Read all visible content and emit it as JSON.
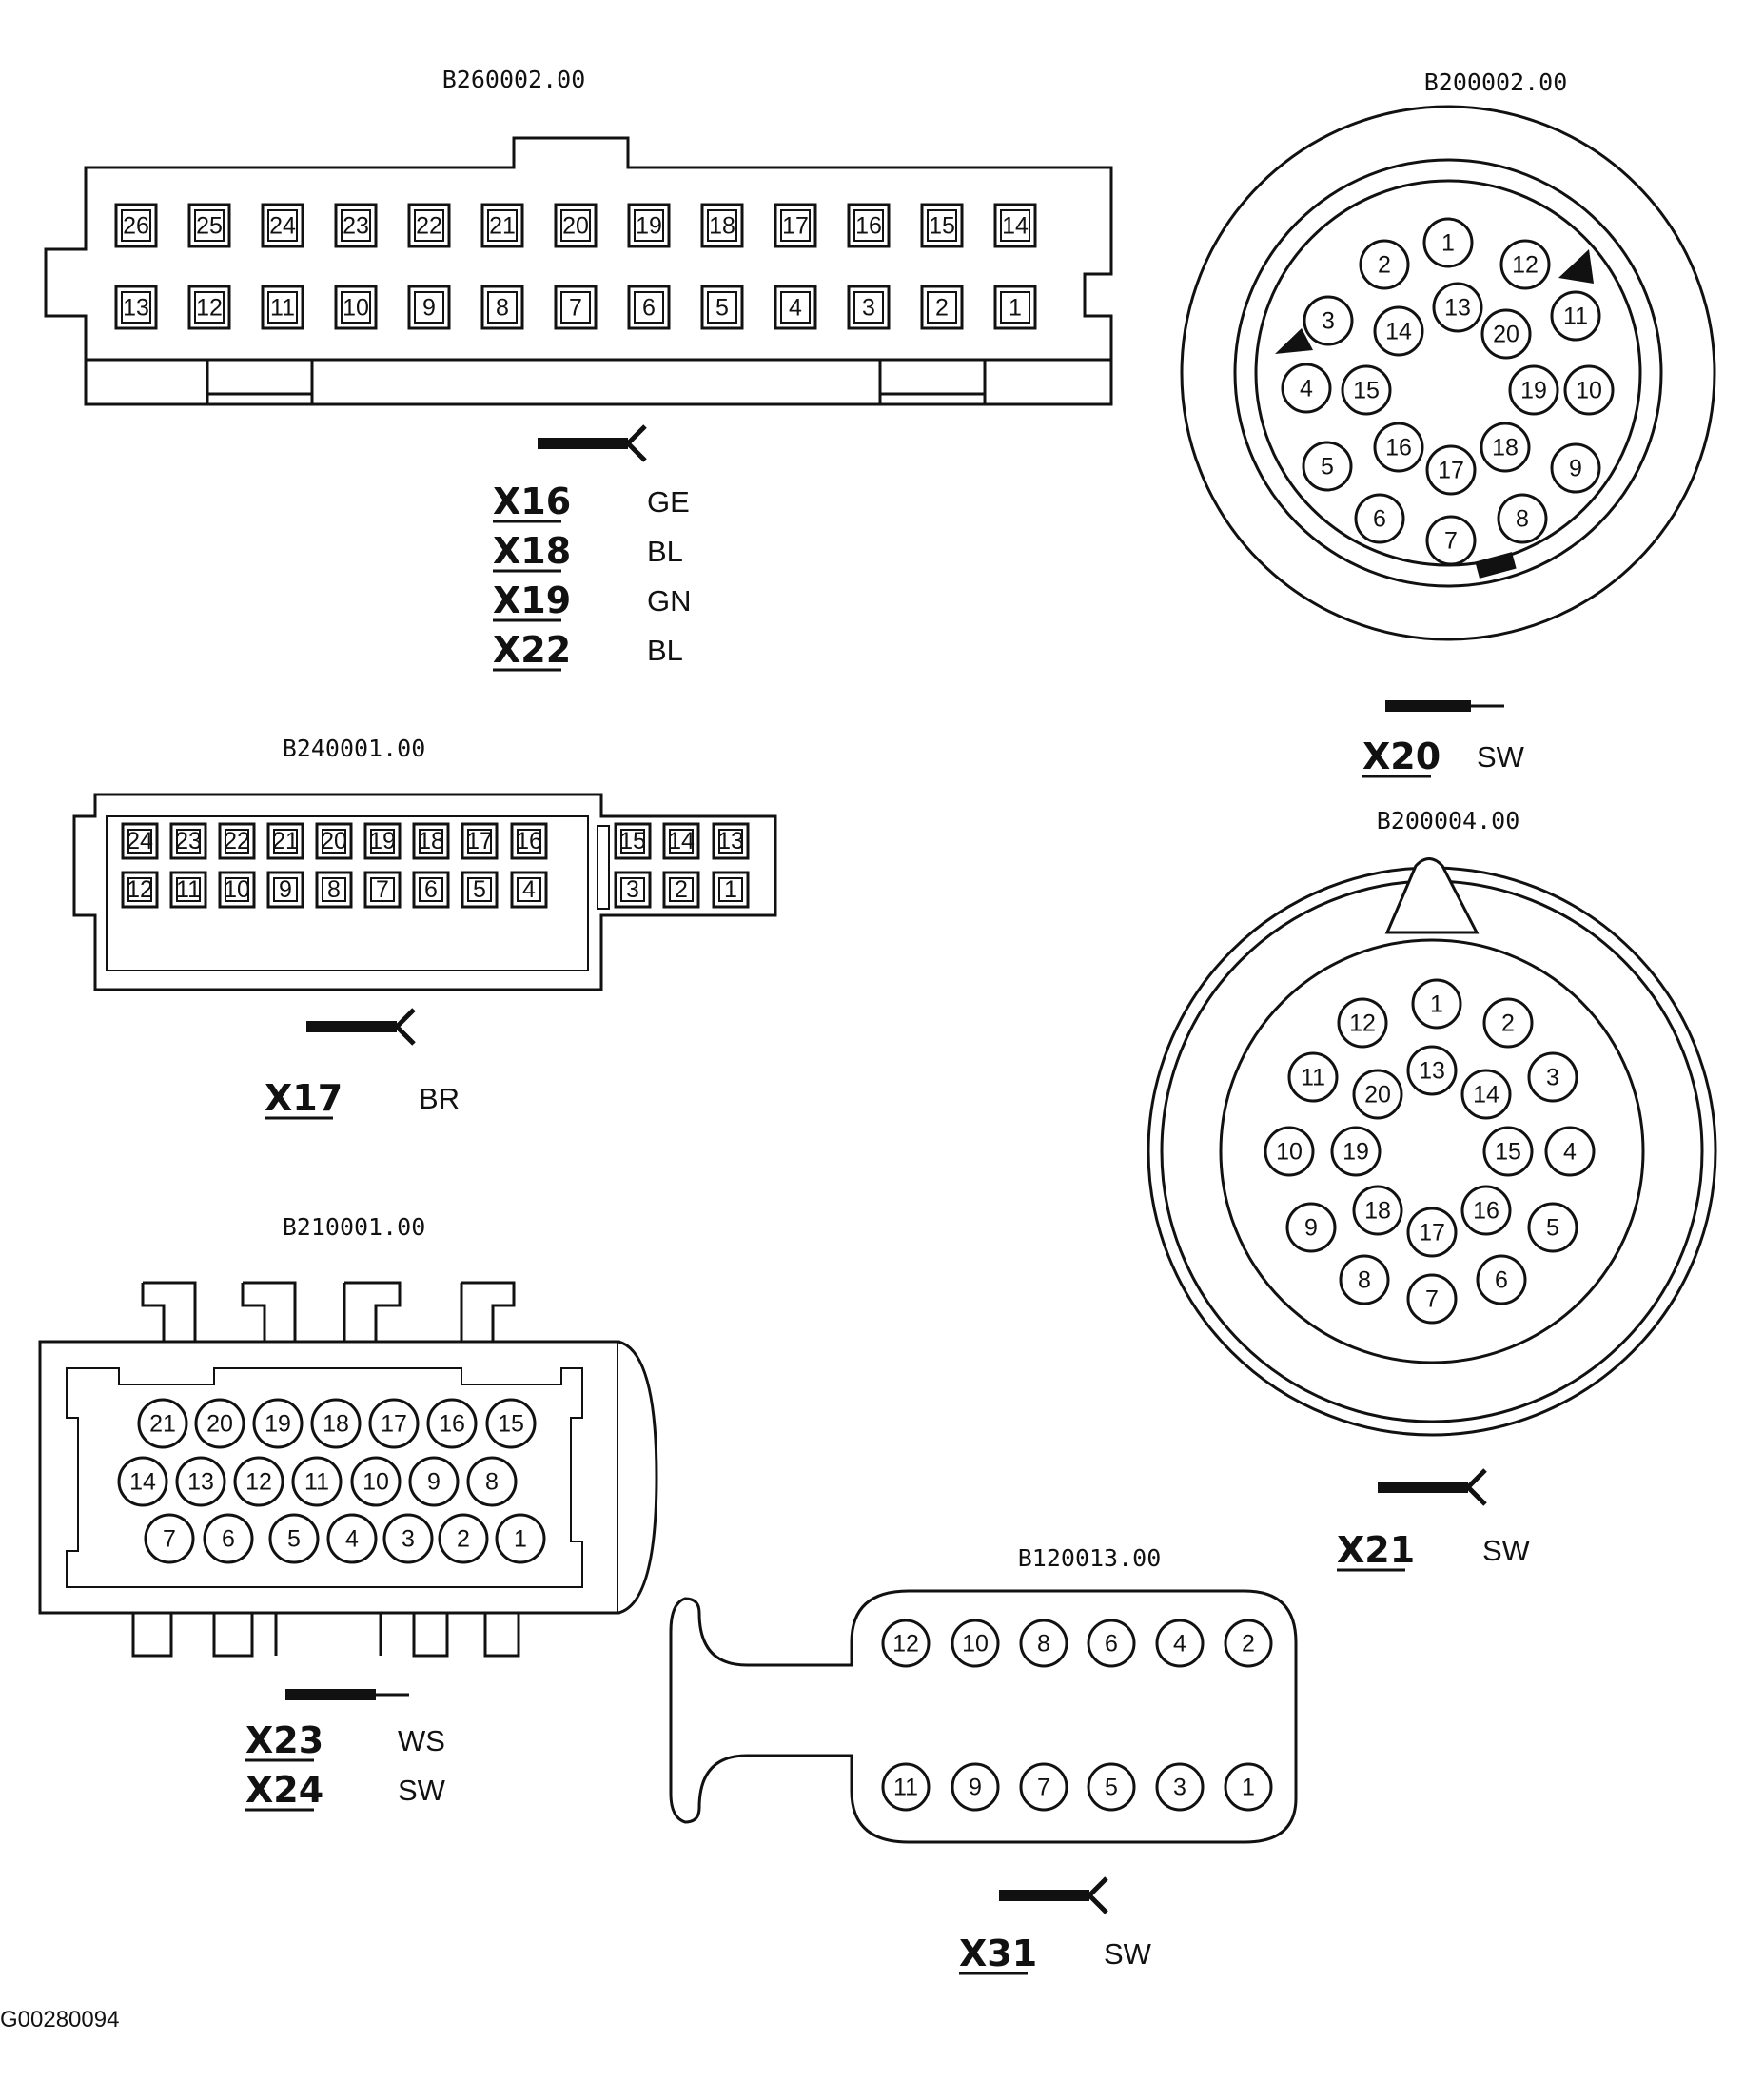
{
  "footer_code": "G00280094",
  "connectors": {
    "c26": {
      "code": "B260002.00",
      "pins_top": [
        "26",
        "25",
        "24",
        "23",
        "22",
        "21",
        "20",
        "19",
        "18",
        "17",
        "16",
        "15",
        "14"
      ],
      "pins_bottom": [
        "13",
        "12",
        "11",
        "10",
        "9",
        "8",
        "7",
        "6",
        "5",
        "4",
        "3",
        "2",
        "1"
      ],
      "labels": [
        {
          "id": "X16",
          "color": "GE"
        },
        {
          "id": "X18",
          "color": "BL"
        },
        {
          "id": "X19",
          "color": "GN"
        },
        {
          "id": "X22",
          "color": "BL"
        }
      ]
    },
    "c24": {
      "code": "B240001.00",
      "pins_top": [
        "24",
        "23",
        "22",
        "21",
        "20",
        "19",
        "18",
        "17",
        "16",
        "15",
        "14",
        "13"
      ],
      "pins_bottom": [
        "12",
        "11",
        "10",
        "9",
        "8",
        "7",
        "6",
        "5",
        "4",
        "3",
        "2",
        "1"
      ],
      "labels": [
        {
          "id": "X17",
          "color": "BR"
        }
      ]
    },
    "c21": {
      "code": "B210001.00",
      "pins_row1": [
        "21",
        "20",
        "19",
        "18",
        "17",
        "16",
        "15"
      ],
      "pins_row2": [
        "14",
        "13",
        "12",
        "11",
        "10",
        "9",
        "8"
      ],
      "pins_row3": [
        "7",
        "6",
        "5",
        "4",
        "3",
        "2",
        "1"
      ],
      "labels": [
        {
          "id": "X23",
          "color": "WS"
        },
        {
          "id": "X24",
          "color": "SW"
        }
      ]
    },
    "c20a": {
      "code": "B200002.00",
      "pins": [
        "1",
        "2",
        "12",
        "3",
        "14",
        "13",
        "20",
        "11",
        "4",
        "15",
        "19",
        "10",
        "5",
        "16",
        "18",
        "9",
        "17",
        "6",
        "7",
        "8"
      ],
      "labels": [
        {
          "id": "X20",
          "color": "SW"
        }
      ]
    },
    "c20b": {
      "code": "B200004.00",
      "pins": [
        "1",
        "12",
        "2",
        "11",
        "13",
        "14",
        "3",
        "20",
        "10",
        "19",
        "15",
        "4",
        "9",
        "18",
        "16",
        "5",
        "17",
        "8",
        "6",
        "7"
      ],
      "labels": [
        {
          "id": "X21",
          "color": "SW"
        }
      ]
    },
    "c12": {
      "code": "B120013.00",
      "pins_top": [
        "12",
        "10",
        "8",
        "6",
        "4",
        "2"
      ],
      "pins_bottom": [
        "11",
        "9",
        "7",
        "5",
        "3",
        "1"
      ],
      "labels": [
        {
          "id": "X31",
          "color": "SW"
        }
      ]
    }
  }
}
